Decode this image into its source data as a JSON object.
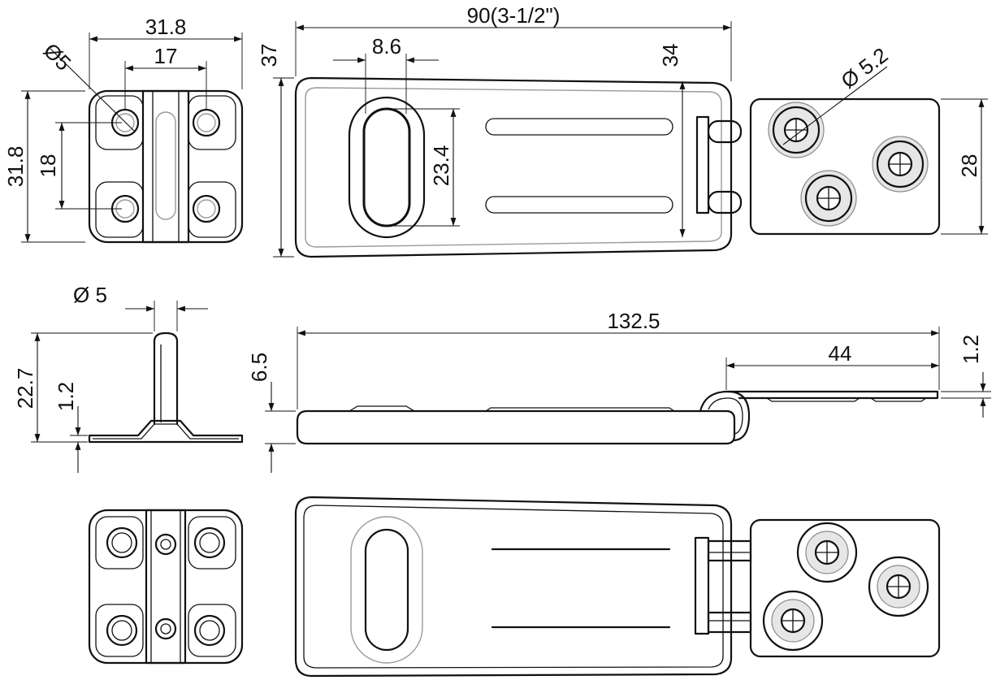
{
  "dimensions": {
    "hasp_width": "90(3-1/2\")",
    "hasp_height": "37",
    "slot_width": "8.6",
    "slot_length": "23.4",
    "hinge_height": "34",
    "hole_dia_hasp": "Ø 5.2",
    "plate_height": "28",
    "staple_width": "31.8",
    "staple_height": "31.8",
    "staple_hole_spacing_x": "17",
    "staple_hole_spacing_y": "18",
    "staple_hole_dia": "Ø5",
    "loop_dia": "Ø 5",
    "loop_height": "22.7",
    "staple_thickness": "1.2",
    "overall_length": "132.5",
    "plate_length": "44",
    "hasp_thickness": "6.5",
    "plate_thickness": "1.2"
  },
  "colors": {
    "line": "#111111",
    "hidden": "#9a9a9a",
    "fill": "#ffffff"
  }
}
